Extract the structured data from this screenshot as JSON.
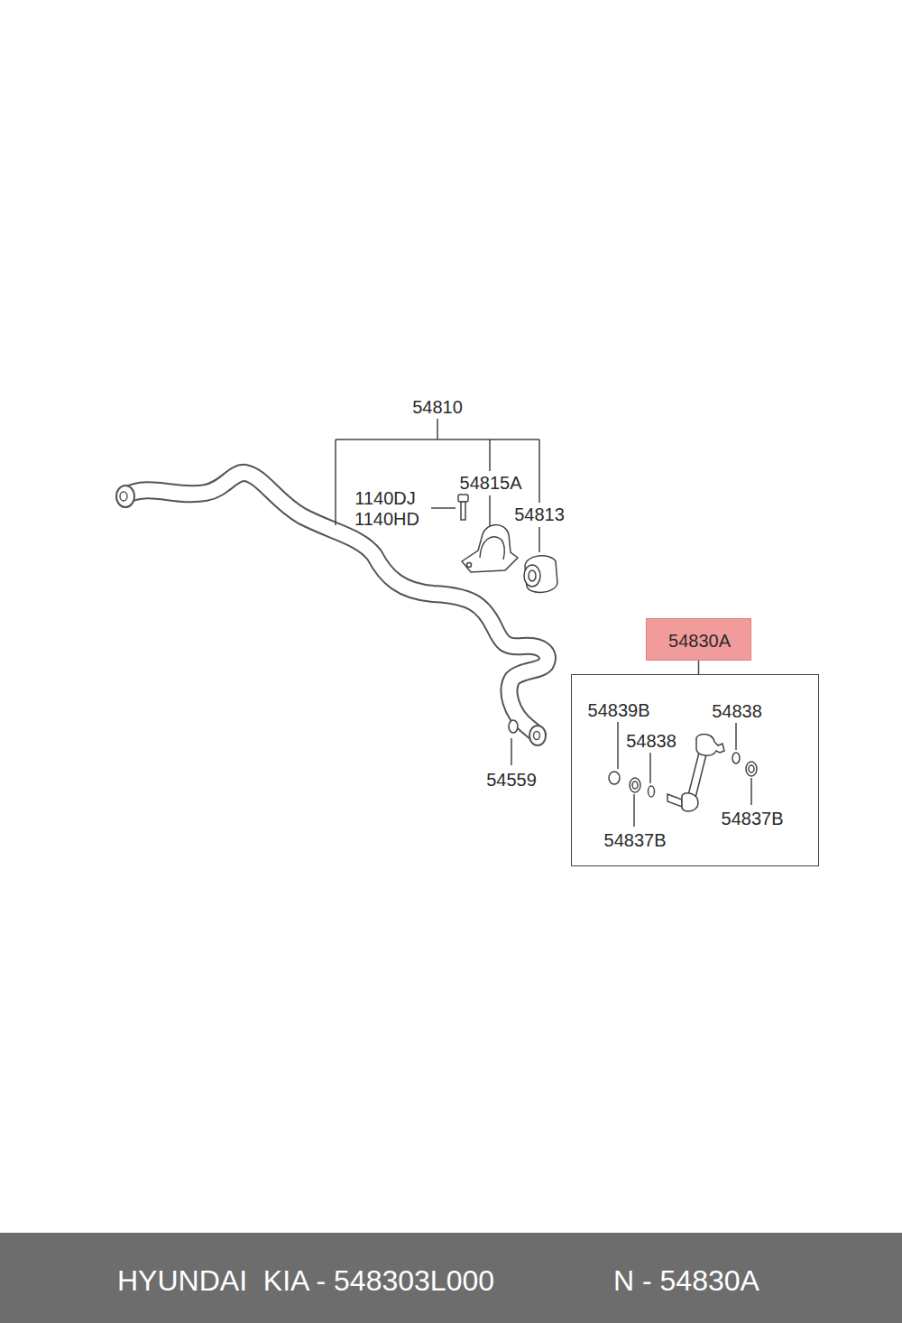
{
  "diagram": {
    "nodes": [
      {
        "text": [
          "54830A"
        ]
      },
      {
        "text": [
          "54839B",
          "54838",
          "54838",
          "54837B",
          "54837B"
        ]
      },
      {
        "text": [
          "HYUNDAI  KIA - 548303L000",
          "N - 54830A"
        ]
      }
    ],
    "edges": [
      {
        "from": 0,
        "to": 1,
        "arrow": "none"
      }
    ],
    "labels": [
      "54810",
      "54815A",
      "1140DJ",
      "1140HD",
      "54813",
      "54559"
    ]
  }
}
